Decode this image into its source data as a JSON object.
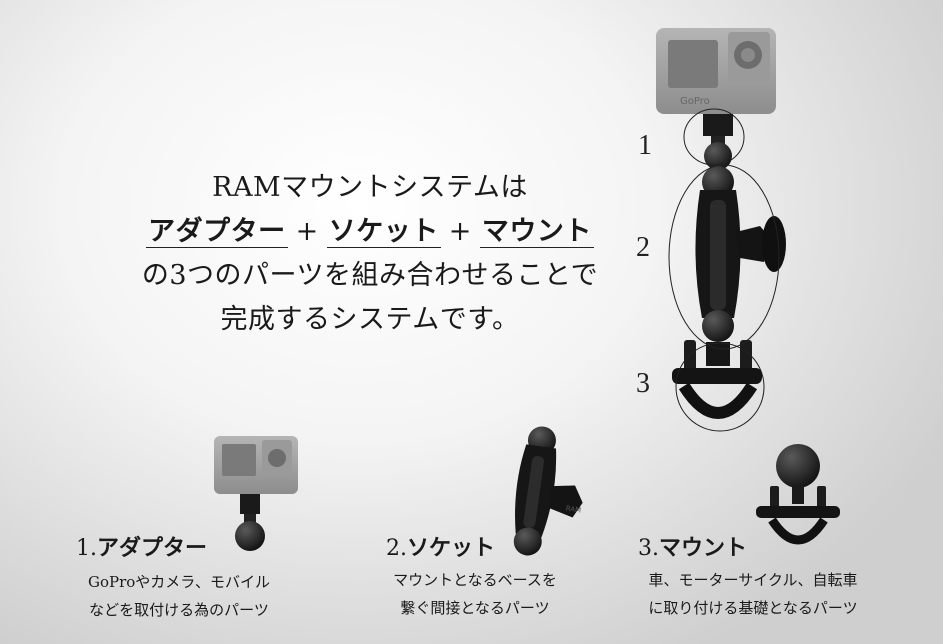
{
  "headline": {
    "line1": "RAMマウントシステムは",
    "part_adapter": "アダプター",
    "plus1": "+",
    "part_socket": "ソケット",
    "plus2": "+",
    "part_mount": "マウント",
    "line3": "の3つのパーツを組み合わせることで",
    "line4": "完成するシステムです。"
  },
  "callouts": [
    "1",
    "2",
    "3"
  ],
  "parts": [
    {
      "num": "1.",
      "title": "アダプター",
      "desc_line1": "GoProやカメラ、モバイル",
      "desc_line2": "などを取付ける為のパーツ"
    },
    {
      "num": "2.",
      "title": "ソケット",
      "desc_line1": "マウントとなるベースを",
      "desc_line2": "繋ぐ間接となるパーツ"
    },
    {
      "num": "3.",
      "title": "マウント",
      "desc_line1": "車、モーターサイクル、自転車",
      "desc_line2": "に取り付ける基礎となるパーツ"
    }
  ],
  "product_labels": {
    "camera_brand": "GoPro",
    "arm_brand": "RAM"
  }
}
